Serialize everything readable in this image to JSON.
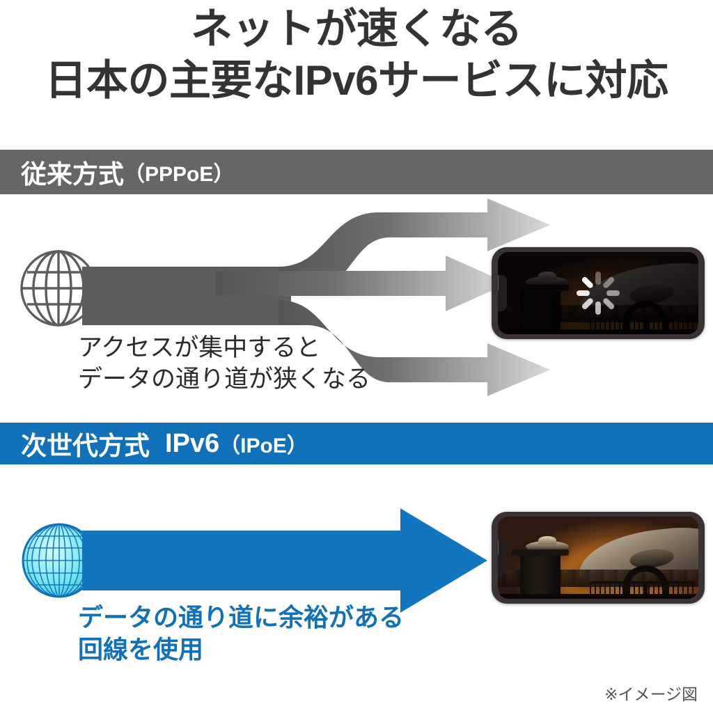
{
  "title": {
    "line1": "ネットが速くなる",
    "line2": "日本の主要なIPv6サービスに対応"
  },
  "colors": {
    "title_text": "#333333",
    "gray_bar": "#666666",
    "blue_bar": "#1070b8",
    "blue_arrow": "#1176bd",
    "blue_text": "#1070b8",
    "gray_arrow_dark": "#595959",
    "gray_arrow_light": "#d6d6d6",
    "globe_cyan": "#7fe8f5"
  },
  "sections": [
    {
      "id": "legacy",
      "header_main": "従来方式",
      "header_sub": "（PPPoE）",
      "caption": "アクセスが集中すると\nデータの通り道が狭くなる",
      "globe_icon": "globe-wireframe-icon",
      "arrow_count": 3,
      "phone_state": "loading",
      "spinner_spokes": 8
    },
    {
      "id": "nextgen",
      "header_main": "次世代方式",
      "header_ipv6": "IPv6",
      "header_sub": "（IPoE）",
      "caption": "データの通り道に余裕がある\n回線を使用",
      "globe_icon": "globe-filled-icon",
      "arrow_count": 1,
      "phone_state": "playing"
    }
  ],
  "footnote": "※イメージ図"
}
